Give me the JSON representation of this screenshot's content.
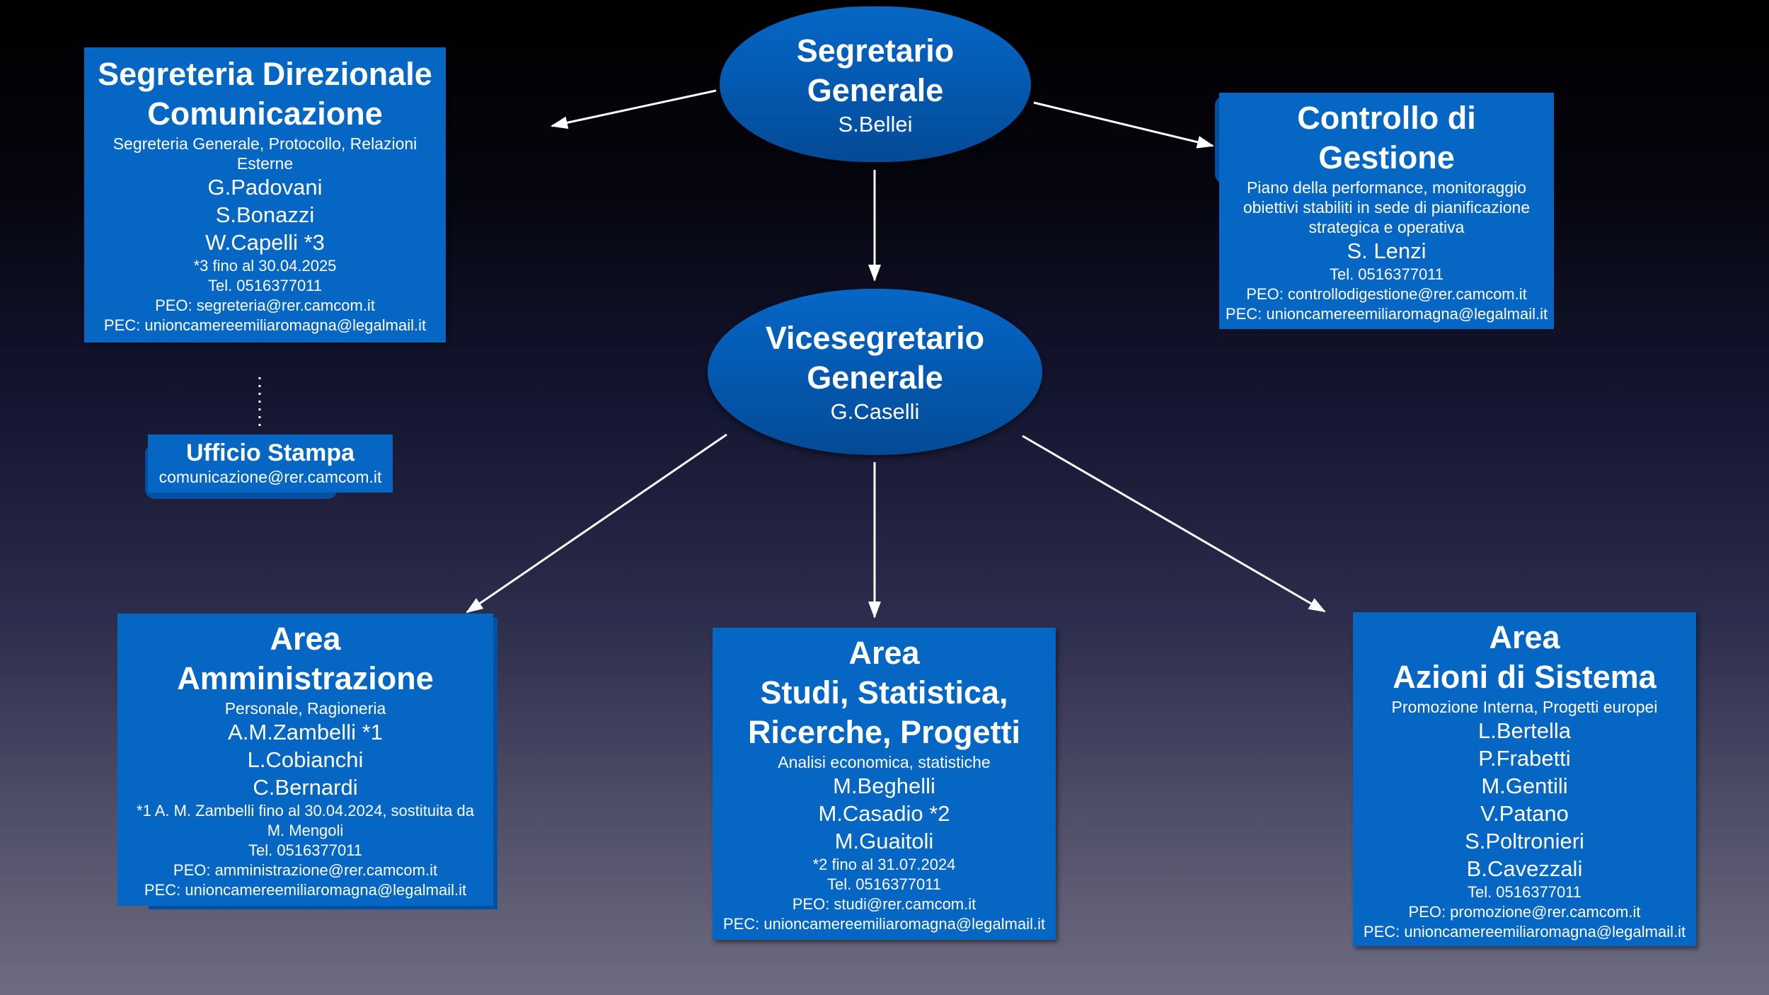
{
  "diagram": {
    "segretario": {
      "title_lines": [
        "Segretario",
        "Generale"
      ],
      "person": "S.Bellei"
    },
    "vicesegretario": {
      "title_lines": [
        "Vicesegretario",
        "Generale"
      ],
      "person": "G.Caselli"
    },
    "segreteria": {
      "title_lines": [
        "Segreteria Direzionale",
        "Comunicazione"
      ],
      "description_lines": [
        "Segreteria Generale, Protocollo, Relazioni",
        "Esterne"
      ],
      "people": [
        "G.Padovani",
        "S.Bonazzi",
        "W.Capelli *3"
      ],
      "notes": [
        "*3 fino al 30.04.2025"
      ],
      "tel": "Tel. 0516377011",
      "peo": "PEO: segreteria@rer.camcom.it",
      "pec": "PEC: unioncamereemiliaromagna@legalmail.it"
    },
    "ufficio_stampa": {
      "title": "Ufficio Stampa",
      "email": "comunicazione@rer.camcom.it"
    },
    "controllo": {
      "title_lines": [
        "Controllo di",
        "Gestione"
      ],
      "description_lines": [
        "Piano della performance, monitoraggio",
        "obiettivi stabiliti in sede di pianificazione",
        "strategica e operativa"
      ],
      "people": [
        "S. Lenzi"
      ],
      "tel": "Tel. 0516377011",
      "peo": "PEO: controllodigestione@rer.camcom.it",
      "pec": "PEC: unioncamereemiliaromagna@legalmail.it"
    },
    "amministrazione": {
      "title_lines": [
        "Area",
        "Amministrazione"
      ],
      "description_lines": [
        "Personale, Ragioneria"
      ],
      "people": [
        "A.M.Zambelli *1",
        "L.Cobianchi",
        "C.Bernardi"
      ],
      "notes": [
        "*1 A. M. Zambelli fino al 30.04.2024, sostituita da",
        "M. Mengoli"
      ],
      "tel": "Tel. 0516377011",
      "peo": "PEO: amministrazione@rer.camcom.it",
      "pec": "PEC: unioncamereemiliaromagna@legalmail.it"
    },
    "studi": {
      "title_lines": [
        "Area",
        "Studi, Statistica,",
        "Ricerche, Progetti"
      ],
      "description_lines": [
        "Analisi economica, statistiche"
      ],
      "people": [
        "M.Beghelli",
        "M.Casadio *2",
        "M.Guaitoli"
      ],
      "notes": [
        "*2 fino al 31.07.2024"
      ],
      "tel": "Tel. 0516377011",
      "peo": "PEO: studi@rer.camcom.it",
      "pec": "PEC: unioncamereemiliaromagna@legalmail.it"
    },
    "azioni": {
      "title_lines": [
        "Area",
        "Azioni di Sistema"
      ],
      "description_lines": [
        "Promozione Interna, Progetti europei"
      ],
      "people": [
        "L.Bertella",
        "P.Frabetti",
        "M.Gentili",
        "V.Patano",
        "S.Poltronieri",
        "B.Cavezzali"
      ],
      "tel": "Tel. 0516377011",
      "peo": "PEO: promozione@rer.camcom.it",
      "pec": "PEC: unioncamereemiliaromagna@legalmail.it"
    },
    "connections": [
      {
        "from": "segretario",
        "to": "segreteria",
        "style": "arrow"
      },
      {
        "from": "segretario",
        "to": "controllo",
        "style": "arrow"
      },
      {
        "from": "segretario",
        "to": "vicesegretario",
        "style": "arrow"
      },
      {
        "from": "vicesegretario",
        "to": "amministrazione",
        "style": "arrow"
      },
      {
        "from": "vicesegretario",
        "to": "studi",
        "style": "arrow"
      },
      {
        "from": "vicesegretario",
        "to": "azioni",
        "style": "arrow"
      },
      {
        "from": "segreteria",
        "to": "ufficio_stampa",
        "style": "dotted"
      }
    ],
    "colors": {
      "box": "#0566c4",
      "box_shadow_shape": "#044fa0",
      "connector": "#ffffff",
      "background_top": "#000000",
      "background_bottom": "#6e6c80"
    }
  }
}
